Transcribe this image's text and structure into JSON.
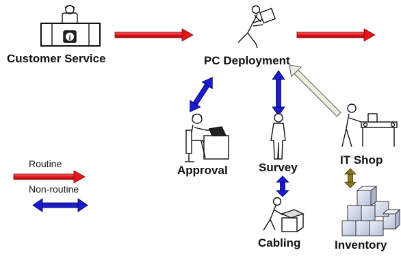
{
  "nodes": {
    "customer_service": "Customer Service",
    "pc_deployment": "PC Deployment",
    "approval": "Approval",
    "survey": "Survey",
    "it_shop": "IT Shop",
    "cabling": "Cabling",
    "inventory": "Inventory"
  },
  "legend": {
    "routine": "Routine",
    "non_routine": "Non-routine"
  },
  "colors": {
    "routine": "#e8141b",
    "non_routine": "#1c1ccc",
    "return_arrow": "#e8ecd8",
    "inventory_arrow": "#8a7a1c",
    "cube": "#c9d2e6"
  },
  "icons": [
    "customer-service-agent-icon",
    "carrying-box-person-icon",
    "desk-worker-icon",
    "standing-person-icon",
    "conveyor-worker-icon",
    "box-carrier-icon",
    "stacked-cubes-icon"
  ]
}
